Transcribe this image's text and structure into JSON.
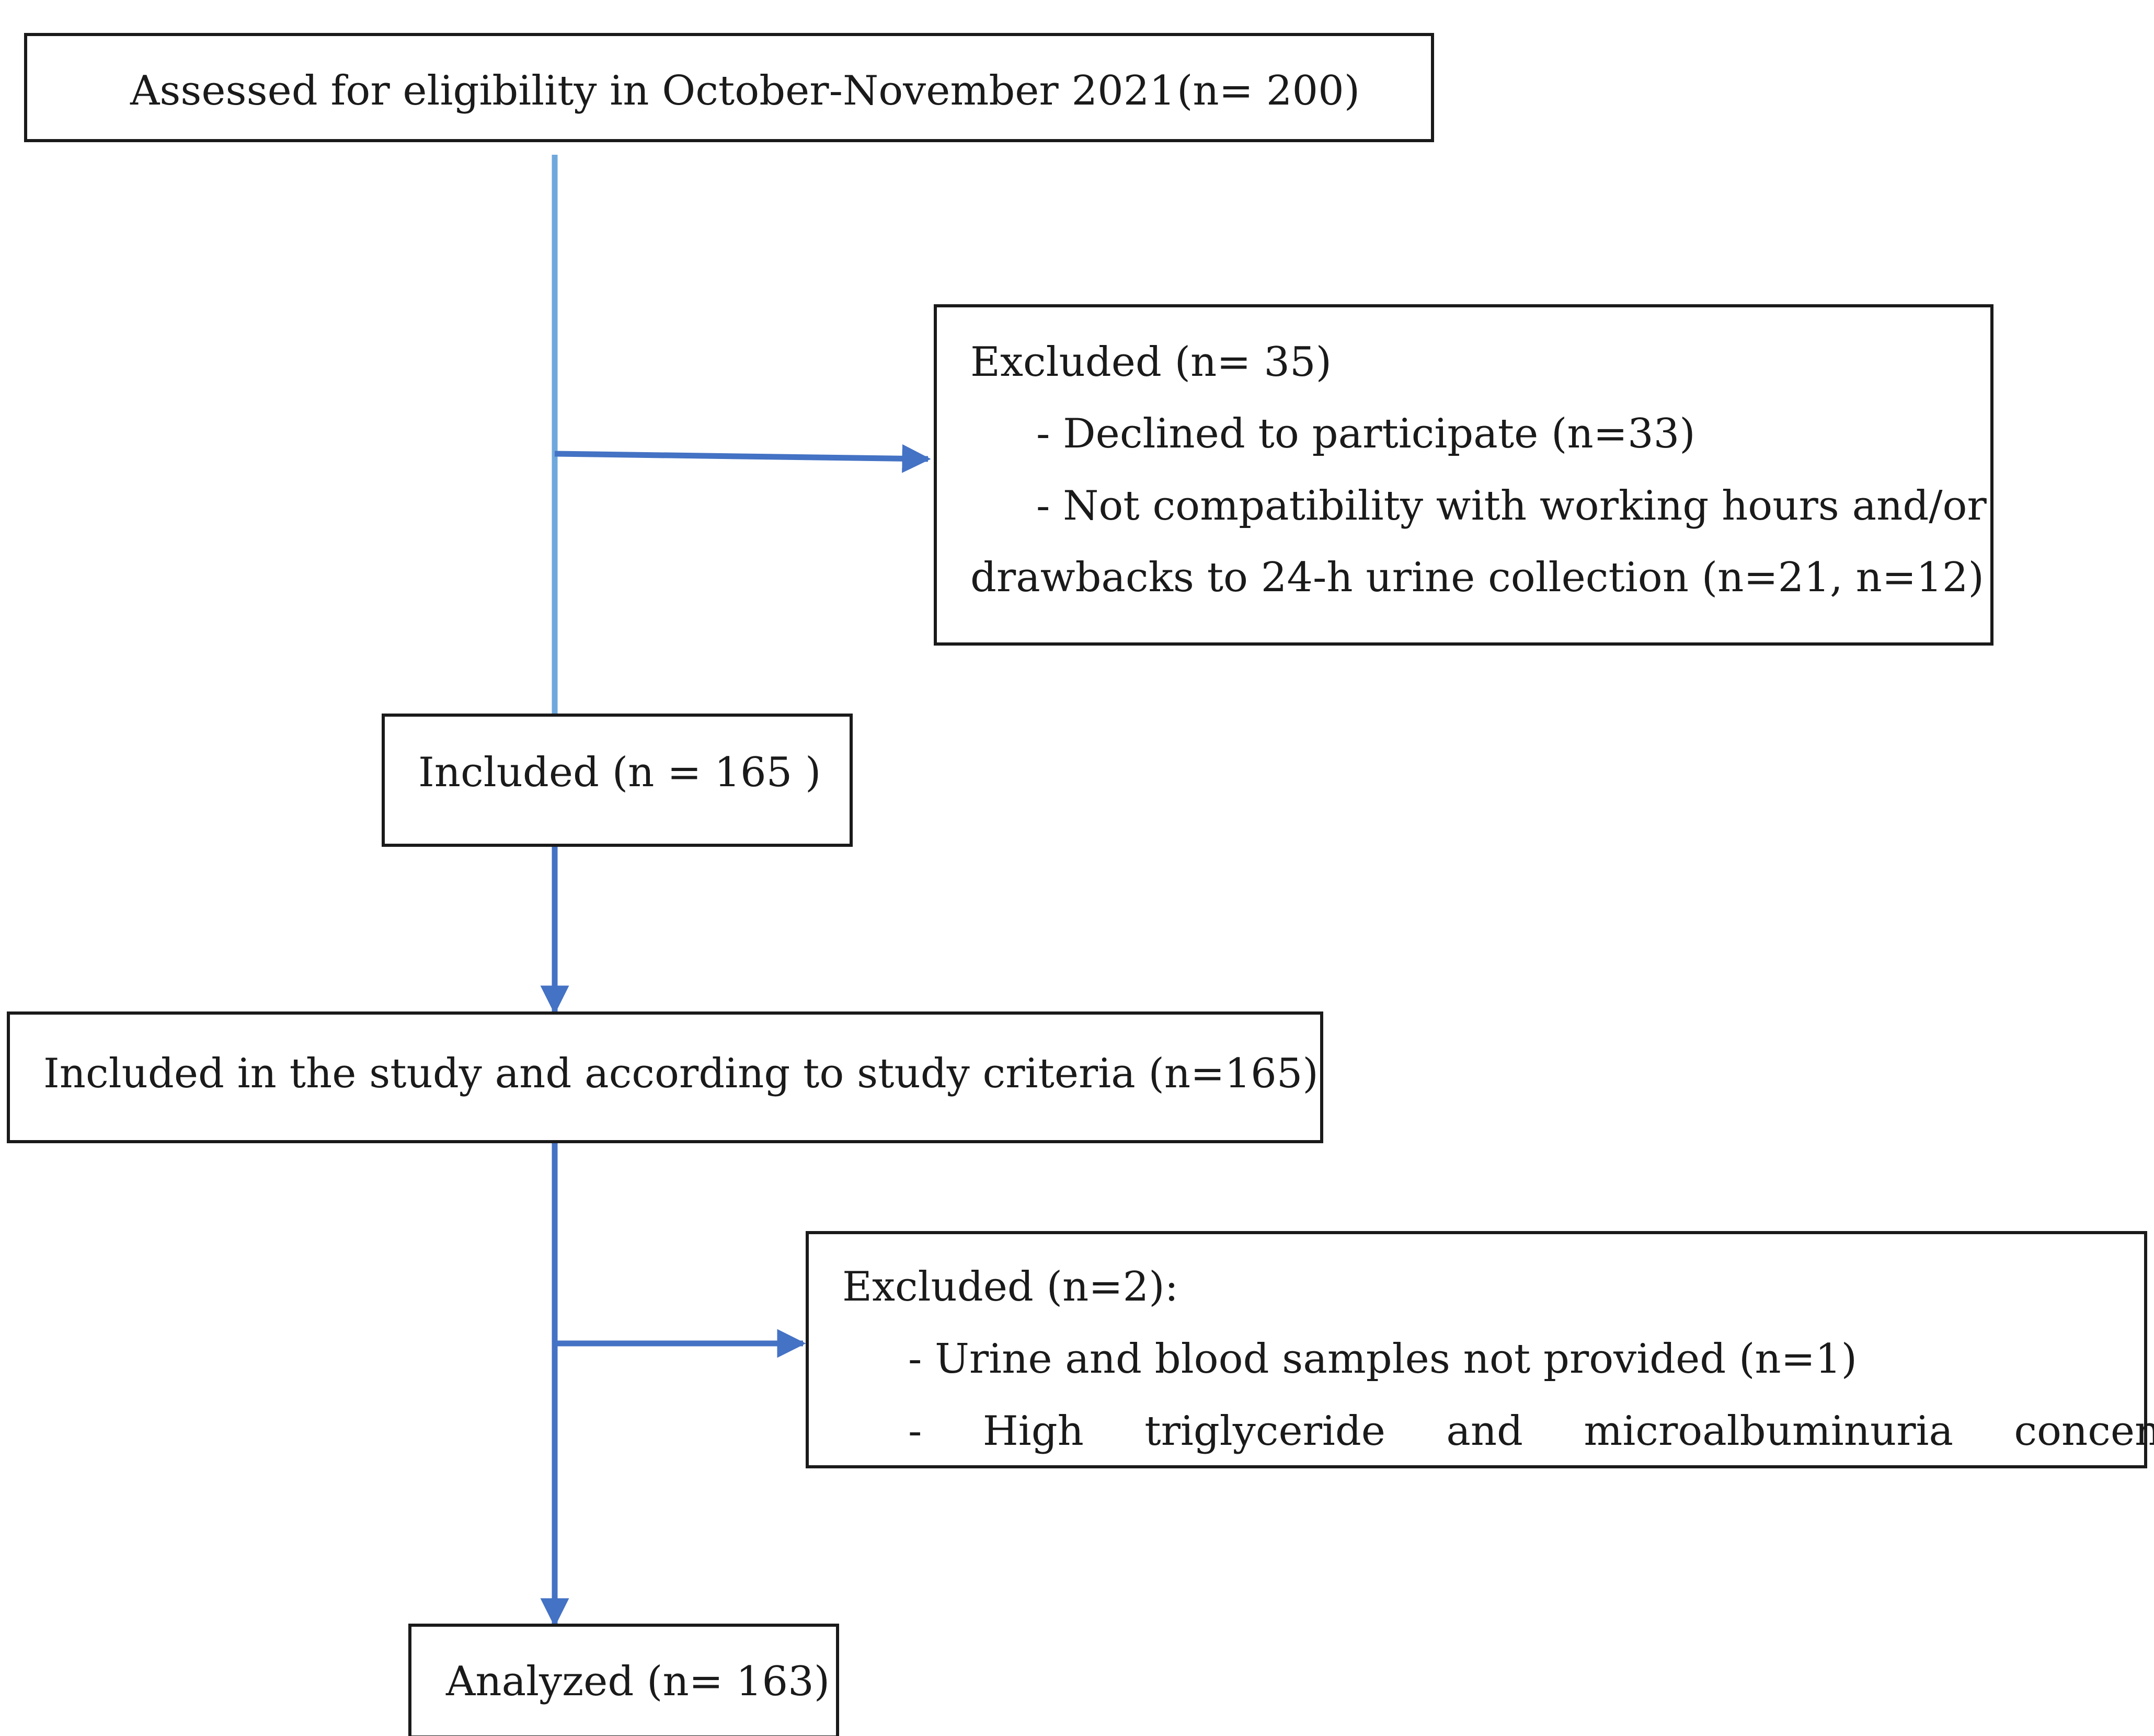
{
  "flow": {
    "assessed": {
      "label": "Assessed for eligibility in October-November 2021",
      "count": "(n= 200)"
    },
    "excluded_first": {
      "title": "Excluded (n= 35)",
      "reason_1": "- Declined to participate (n=33)",
      "reason_2_line_1": "- Not compatibility with working hours and/or",
      "reason_2_line_2": "drawbacks to 24-h urine collection (n=21, n=12)"
    },
    "included": {
      "label": "Included (n = 165 )"
    },
    "included_study": {
      "label": "Included in the study and according to study criteria (n=165)"
    },
    "excluded_second": {
      "title": "Excluded (n=2):",
      "reason_1": "- Urine and blood samples not provided (n=1)",
      "reason_2": "-   High   triglyceride   and   microalbuminuria   concentrations"
    },
    "analyzed": {
      "label": "Analyzed (n= 163)"
    }
  },
  "colors": {
    "connector_light": "#6fa8dc",
    "connector": "#4472c4",
    "box_border": "#1a1a1a"
  }
}
